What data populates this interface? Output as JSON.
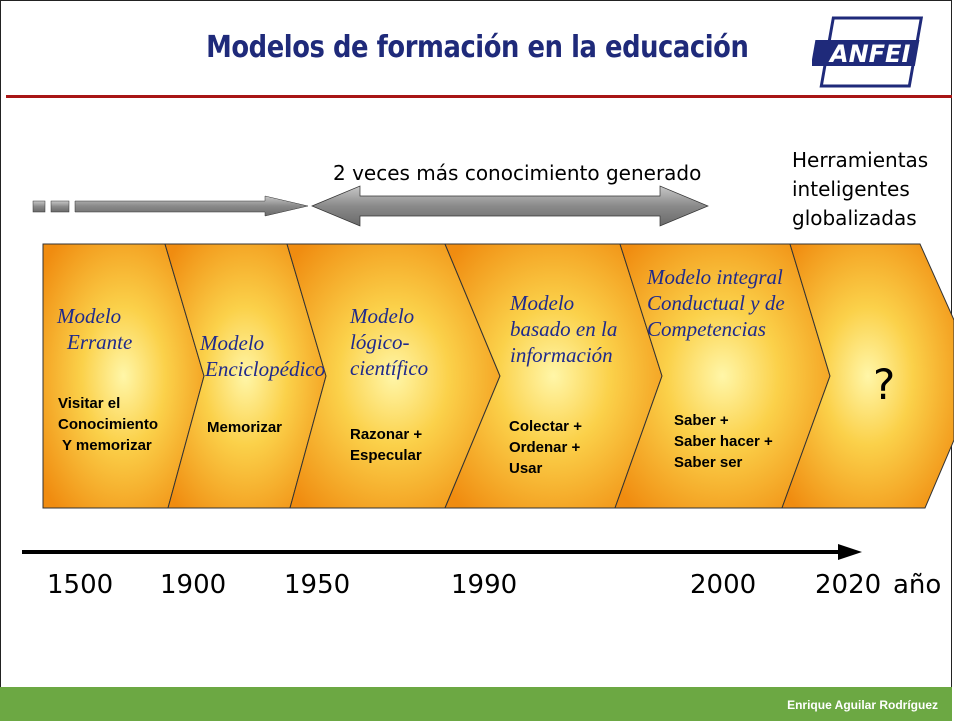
{
  "title": "Modelos de formación en la educación",
  "logo_text": "ANFEI",
  "arrow_caption": "2 veces más conocimiento generado",
  "tools_caption": [
    "Herramientas",
    "inteligentes",
    "globalizadas"
  ],
  "models": [
    {
      "heading": [
        "Modelo",
        "Errante"
      ],
      "body": [
        "Visitar el",
        "Conocimiento",
        "Y memorizar"
      ]
    },
    {
      "heading": [
        "Modelo",
        "Enciclopédico"
      ],
      "body": [
        "Memorizar"
      ]
    },
    {
      "heading": [
        "Modelo",
        "lógico-",
        "científico"
      ],
      "body": [
        "Razonar +",
        "Especular"
      ]
    },
    {
      "heading": [
        "Modelo",
        "basado en la",
        "información"
      ],
      "body": [
        "Colectar +",
        "Ordenar +",
        "Usar"
      ]
    },
    {
      "heading": [
        "Modelo integral",
        "Conductual y de",
        "Competencias"
      ],
      "body": [
        "Saber +",
        "Saber hacer +",
        "Saber ser"
      ]
    },
    {
      "heading": [],
      "body": [
        "?"
      ]
    }
  ],
  "years": [
    "1500",
    "1900",
    "1950",
    "1990",
    "2000",
    "2020"
  ],
  "axis_unit": "año",
  "footer": "Enrique Aguilar Rodríguez",
  "colors": {
    "title": "#1f2a7a",
    "rule": "#a81515",
    "footer": "#6ca843",
    "heading": "#1f2a8c",
    "chevron_center": "#fff3a0",
    "chevron_edge": "#f39c12",
    "arrow": "#8c8c8c"
  }
}
